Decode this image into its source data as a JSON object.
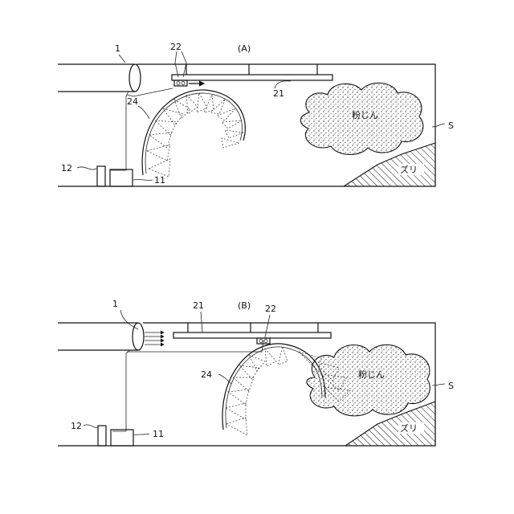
{
  "panel_a": {
    "title": "(A)",
    "labels": {
      "pipe": "1",
      "nozzle_unit": "22",
      "rail": "21",
      "arm": "24",
      "dust": "粉じん",
      "space": "S",
      "slope": "ズリ",
      "part12": "12",
      "part11": "11"
    }
  },
  "panel_b": {
    "title": "(B)",
    "labels": {
      "pipe": "1",
      "rail": "21",
      "nozzle_unit": "22",
      "arm": "24",
      "dust": "粉じん",
      "space": "S",
      "slope": "ズリ",
      "part12": "12",
      "part11": "11"
    }
  }
}
